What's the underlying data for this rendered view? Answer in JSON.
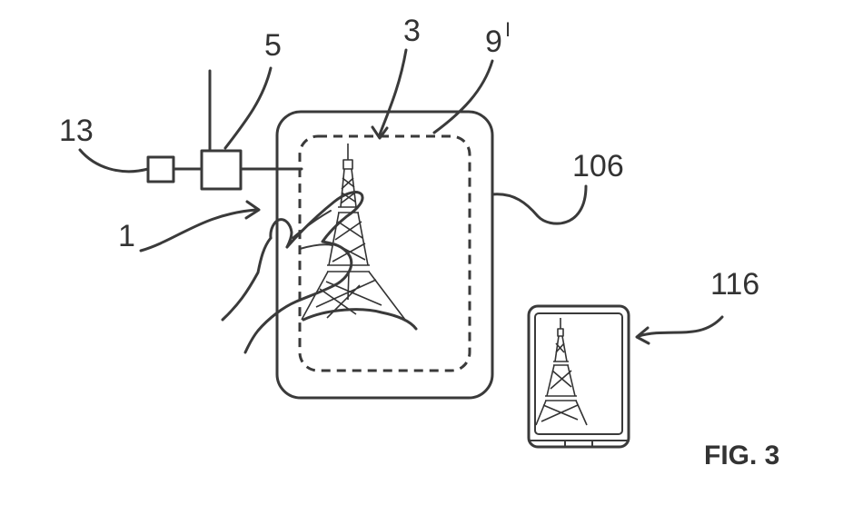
{
  "labels": {
    "ref_13": "13",
    "ref_5": "5",
    "ref_3": "3",
    "ref_9": "9",
    "ref_9_prime": "I",
    "ref_106": "106",
    "ref_1": "1",
    "ref_116": "116"
  },
  "caption": "FIG. 3"
}
